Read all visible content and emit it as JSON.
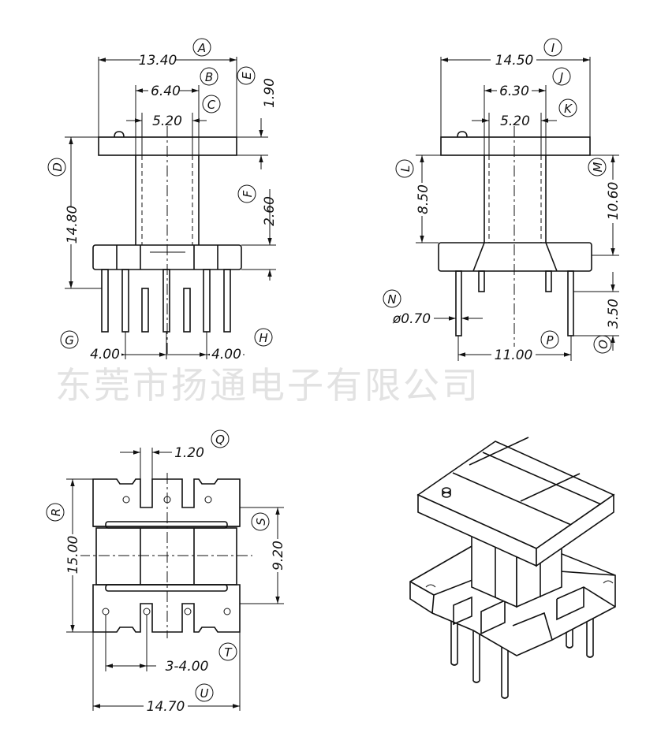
{
  "watermark": "东莞市扬通电子有限公司",
  "front_view": {
    "dims": {
      "A": "13.40",
      "B": "6.40",
      "C": "5.20",
      "D": "14.80",
      "E": "1.90",
      "F": "2.60",
      "G": "4.00",
      "H": "4.00"
    },
    "labels": {
      "A": "A",
      "B": "B",
      "C": "C",
      "D": "D",
      "E": "E",
      "F": "F",
      "G": "G",
      "H": "H"
    }
  },
  "side_view": {
    "dims": {
      "I": "14.50",
      "J": "6.30",
      "K": "5.20",
      "L": "8.50",
      "M": "10.60",
      "N": "ø0.70",
      "O": "3.50",
      "P": "11.00"
    },
    "labels": {
      "I": "I",
      "J": "J",
      "K": "K",
      "L": "L",
      "M": "M",
      "N": "N",
      "O": "O",
      "P": "P"
    }
  },
  "top_view": {
    "dims": {
      "Q": "1.20",
      "R": "15.00",
      "S": "9.20",
      "T": "3-4.00",
      "U": "14.70"
    },
    "labels": {
      "Q": "Q",
      "R": "R",
      "S": "S",
      "T": "T",
      "U": "U"
    }
  }
}
